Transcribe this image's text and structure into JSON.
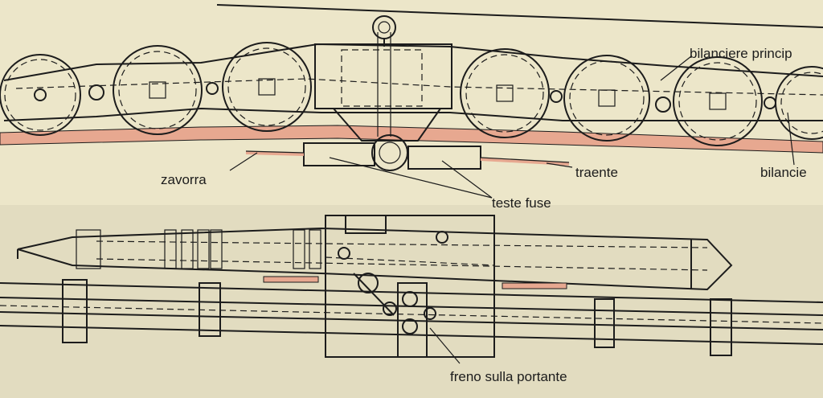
{
  "labels": {
    "bilanciere_principale": "bilanciere princip",
    "bilanciere": "bilancie",
    "zavorra": "zavorra",
    "traente": "traente",
    "teste_fuse": "teste fuse",
    "freno": "freno sulla portante"
  },
  "colors": {
    "paper": "#ece6c9",
    "ink": "#1c1c1c",
    "rope": "#e7a890"
  }
}
